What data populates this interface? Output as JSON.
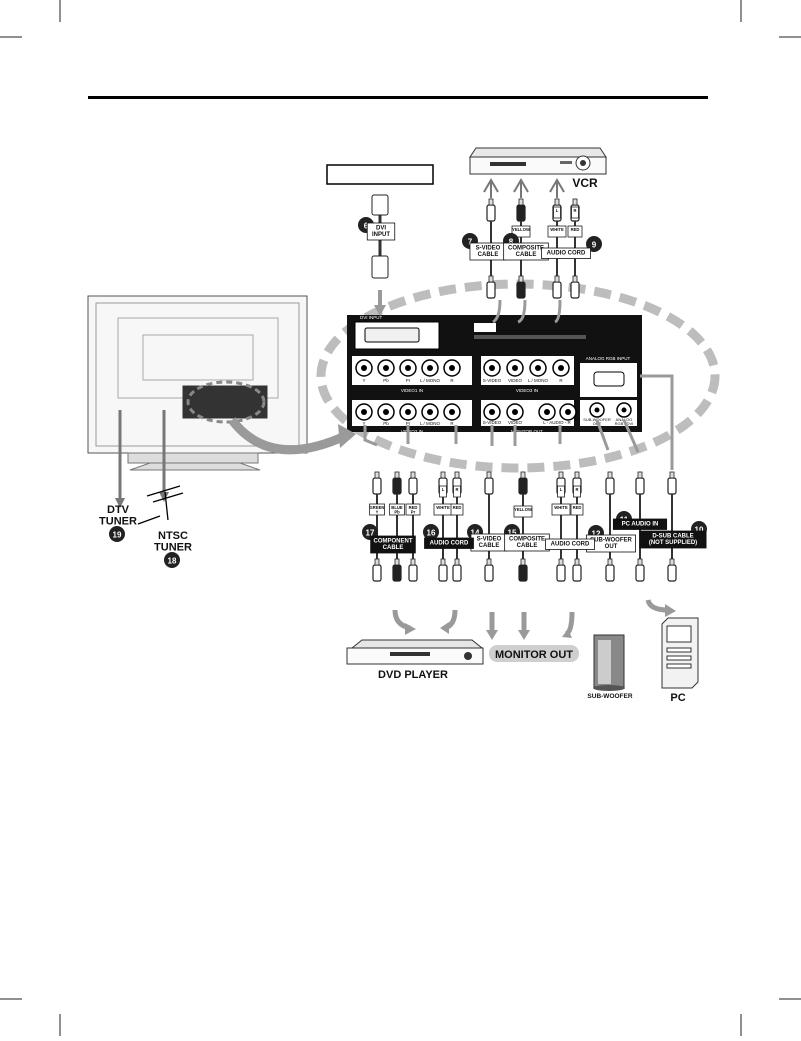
{
  "page": {
    "header_box_text": ""
  },
  "devices": {
    "vcr": "VCR",
    "dvd_player": "DVD PLAYER",
    "pc": "PC",
    "subwoofer": "SUB-WOOFER",
    "monitor_out": "MONITOR OUT",
    "dtv_tuner": "DTV\nTUNER",
    "ntsc_tuner": "NTSC\nTUNER"
  },
  "panel": {
    "dvi_input": "DVI INPUT",
    "video1_in": "VIDEO1 IN",
    "video2_in": "VIDEO2 IN",
    "video3_in": "VIDEO3 IN",
    "monitor_out": "MONITOR OUT",
    "analog_rgb_input": "ANALOG RGB INPUT",
    "subwoofer_out": "SUB-WOOFER\nOUT",
    "analog_audio": "ANALOG\nRGB / DVI\nAUDIO",
    "jack_labels_row1": [
      "Y",
      "Pb",
      "Pr",
      "L / MONO",
      "R"
    ],
    "jack_labels_row2": [
      "Y",
      "Pb",
      "Pr",
      "L / MONO",
      "R"
    ],
    "jack_labels_v3": [
      "S-VIDEO",
      "VIDEO",
      "L / MONO",
      "R"
    ],
    "jack_labels_mon": [
      "S-VIDEO",
      "VIDEO",
      "L - AUDIO - R"
    ]
  },
  "callouts": [
    {
      "num": "6",
      "label": "DVI\nINPUT"
    },
    {
      "num": "7",
      "label": "S-VIDEO\nCABLE"
    },
    {
      "num": "8",
      "label": "COMPOSITE\nCABLE"
    },
    {
      "num": "9",
      "label": "AUDIO CORD"
    },
    {
      "num": "10",
      "label": "D-SUB CABLE\n(NOT SUPPLIED)"
    },
    {
      "num": "11",
      "label": "PC AUDIO IN"
    },
    {
      "num": "12",
      "label": "SUB-WOOFER\nOUT"
    },
    {
      "num": "14",
      "label": "S-VIDEO\nCABLE"
    },
    {
      "num": "15",
      "label": "COMPOSITE\nCABLE"
    },
    {
      "num": "16",
      "label": "AUDIO CORD"
    },
    {
      "num": "17",
      "label": "COMPONENT\nCABLE"
    },
    {
      "num": "18",
      "label": ""
    },
    {
      "num": "19",
      "label": ""
    },
    {
      "num": "",
      "label": "AUDIO CORD"
    }
  ],
  "plug_tags": {
    "yellow": "YELLOW",
    "white": "WHITE",
    "red": "RED",
    "green_y": "GREEN\nY",
    "blue_pb": "BLUE\nPb",
    "red_pr": "RED\nPr",
    "l": "L",
    "r": "R"
  }
}
